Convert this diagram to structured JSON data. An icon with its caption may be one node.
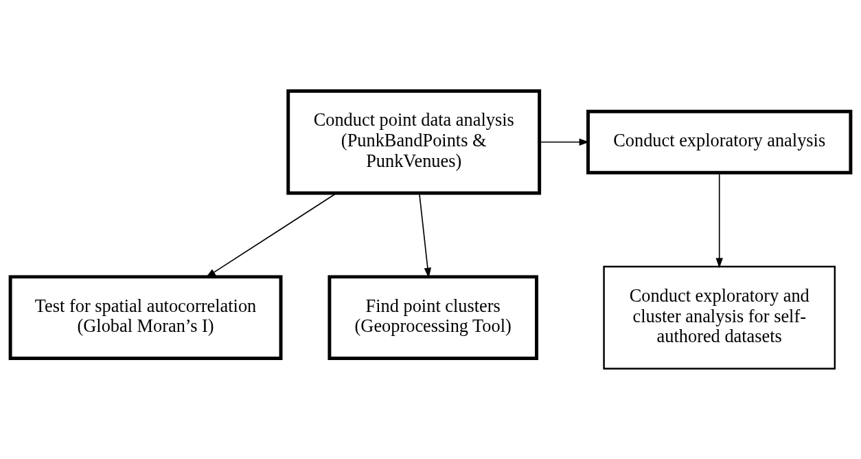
{
  "diagram": {
    "nodes": [
      {
        "text": [
          "Conduct exploratory analysis"
        ]
      },
      {
        "text": [
          "Conduct point data analysis (PunkBandPoints & PunkVenues)"
        ]
      },
      {
        "text": [
          "Test for spatial autocorrelation (Global Moran’s I)"
        ]
      },
      {
        "text": [
          "Find point clusters (Geoprocessing Tool)"
        ]
      },
      {
        "text": [
          "Conduct exploratory and cluster analysis for self-authored datasets"
        ]
      }
    ],
    "edges": [
      {
        "from": 1,
        "to": 0,
        "arrow": "to"
      },
      {
        "from": 1,
        "to": 2,
        "arrow": "to"
      },
      {
        "from": 1,
        "to": 3,
        "arrow": "to"
      },
      {
        "from": 0,
        "to": 4,
        "arrow": "to"
      }
    ]
  }
}
